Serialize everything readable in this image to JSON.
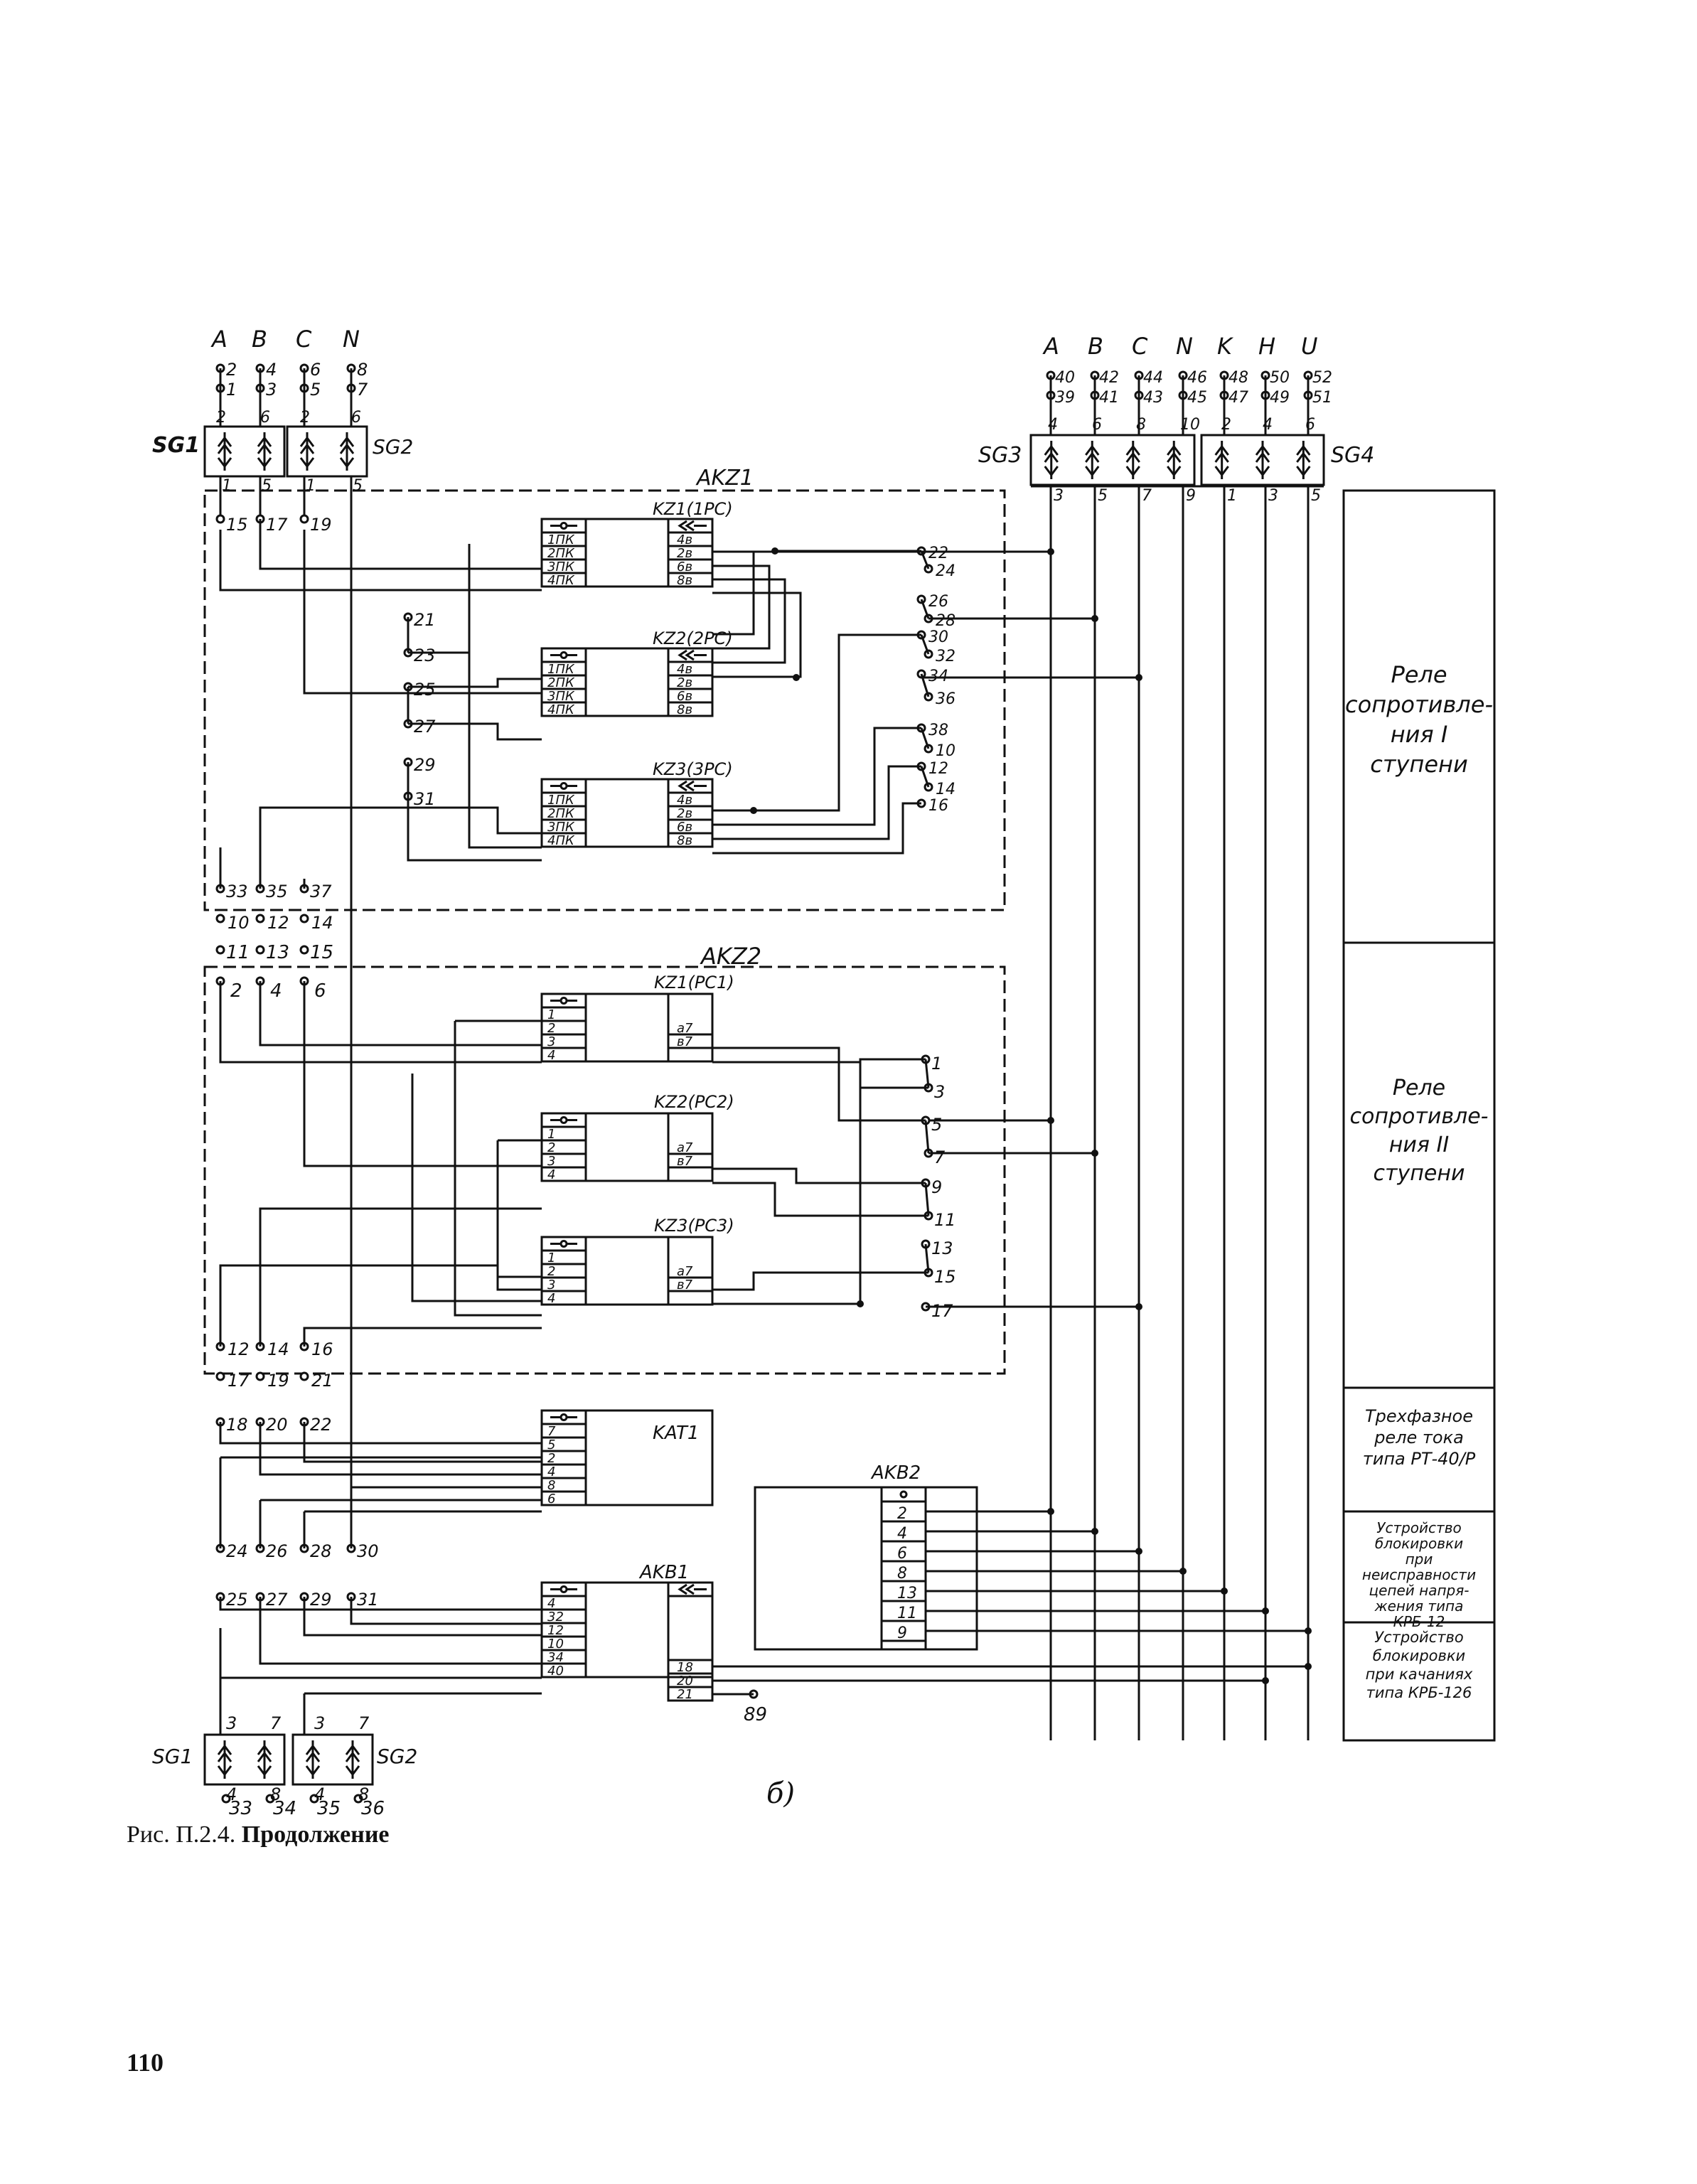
{
  "caption": {
    "prefix": "Рис. П.2.4.",
    "text": "Продолжение"
  },
  "page_number": "110",
  "sub_figure_label": "б)",
  "left_supply": {
    "phases": [
      "A",
      "B",
      "C",
      "N"
    ],
    "top_terminals": [
      "2",
      "4",
      "6",
      "8"
    ],
    "second_terminals": [
      "1",
      "3",
      "5",
      "7"
    ],
    "sg1_label": "SG1",
    "sg2_label": "SG2",
    "sg_top_pins": [
      "2",
      "6",
      "2",
      "6"
    ],
    "sg_bottom_pins": [
      "1",
      "5",
      "1",
      "5"
    ],
    "after_terminals": [
      "15",
      "17",
      "19"
    ]
  },
  "right_supply": {
    "phases": [
      "A",
      "B",
      "C",
      "N",
      "K",
      "H",
      "U"
    ],
    "top_terminals": [
      "40",
      "42",
      "44",
      "46",
      "48",
      "50",
      "52"
    ],
    "second_terminals": [
      "39",
      "41",
      "43",
      "45",
      "47",
      "49",
      "51"
    ],
    "sg3_label": "SG3",
    "sg4_label": "SG4",
    "sg_top_pins": [
      "4",
      "6",
      "8",
      "10",
      "2",
      "4",
      "6"
    ],
    "sg_bottom_pins": [
      "3",
      "5",
      "7",
      "9",
      "1",
      "3",
      "5"
    ]
  },
  "akz1": {
    "label": "AKZ1",
    "relays": [
      {
        "title": "KZ1(1PC)",
        "left_pins": [
          "1ПК",
          "2ПК",
          "3ПК",
          "4ПК"
        ],
        "right_pins": [
          "4в",
          "2в",
          "6в",
          "8в"
        ]
      },
      {
        "title": "KZ2(2PC)",
        "left_pins": [
          "1ПК",
          "2ПК",
          "3ПК",
          "4ПК"
        ],
        "right_pins": [
          "4в",
          "2в",
          "6в",
          "8в"
        ]
      },
      {
        "title": "KZ3(3PC)",
        "left_pins": [
          "1ПК",
          "2ПК",
          "3ПК",
          "4ПК"
        ],
        "right_pins": [
          "4в",
          "2в",
          "6в",
          "8в"
        ]
      }
    ],
    "right_terminals": [
      "22",
      "24",
      "26",
      "28",
      "30",
      "32",
      "34",
      "36",
      "38",
      "10",
      "12",
      "14",
      "16"
    ],
    "left_terminals": [
      "21",
      "23",
      "25",
      "27",
      "29",
      "31"
    ],
    "bottom_terminals": [
      "33",
      "35",
      "37"
    ],
    "below_terminals": [
      "10",
      "12",
      "14"
    ]
  },
  "akz2": {
    "label": "AKZ2",
    "top_terminals": [
      "11",
      "13",
      "15"
    ],
    "second_terminals": [
      "2",
      "4",
      "6"
    ],
    "relays": [
      {
        "title": "KZ1(PC1)",
        "left_pins": [
          "1",
          "2",
          "3",
          "4"
        ],
        "right_pins": [
          "a7",
          "в7"
        ]
      },
      {
        "title": "KZ2(PC2)",
        "left_pins": [
          "1",
          "2",
          "3",
          "4"
        ],
        "right_pins": [
          "a7",
          "в7"
        ]
      },
      {
        "title": "KZ3(PC3)",
        "left_pins": [
          "1",
          "2",
          "3",
          "4"
        ],
        "right_pins": [
          "a7",
          "в7"
        ]
      }
    ],
    "right_terminals": [
      "1",
      "3",
      "5",
      "7",
      "9",
      "11",
      "13",
      "15",
      "17"
    ],
    "bottom_terminals": [
      "12",
      "14",
      "16"
    ],
    "below_terminals": [
      "17",
      "19",
      "21"
    ]
  },
  "kat1": {
    "label": "KAT1",
    "top_terminals": [
      "18",
      "20",
      "22"
    ],
    "pins": [
      "7",
      "5",
      "2",
      "4",
      "8",
      "6"
    ],
    "bottom_terminals": [
      "24",
      "26",
      "28",
      "30"
    ]
  },
  "akb1": {
    "label": "AKB1",
    "top_terminals": [
      "25",
      "27",
      "29",
      "31"
    ],
    "left_pins": [
      "4",
      "32",
      "12",
      "10",
      "34",
      "40"
    ],
    "right_pins": [
      "18",
      "20",
      "21"
    ],
    "out_terminal": "89"
  },
  "akb2": {
    "label": "AKB2",
    "pins": [
      "2",
      "4",
      "6",
      "8",
      "13",
      "11",
      "9"
    ]
  },
  "bottom_sg": {
    "sg1_label": "SG1",
    "sg2_label": "SG2",
    "top_pins": [
      "3",
      "7",
      "3",
      "7"
    ],
    "bottom_pins": [
      "4",
      "8",
      "4",
      "8"
    ],
    "terminals": [
      "33",
      "34",
      "35",
      "36"
    ]
  },
  "legend": {
    "stage1": "Реле сопротивле- ния I ступени",
    "stage2": "Реле сопротивле- ния II ступени",
    "rt40": "Трехфазное реле тока типа РТ-40/Р",
    "krb12": "Устройство блокировки при неисправности цепей напря- жения типа КРБ-12",
    "krb126": "Устройство блокировки при качаниях типа КРБ-126"
  }
}
